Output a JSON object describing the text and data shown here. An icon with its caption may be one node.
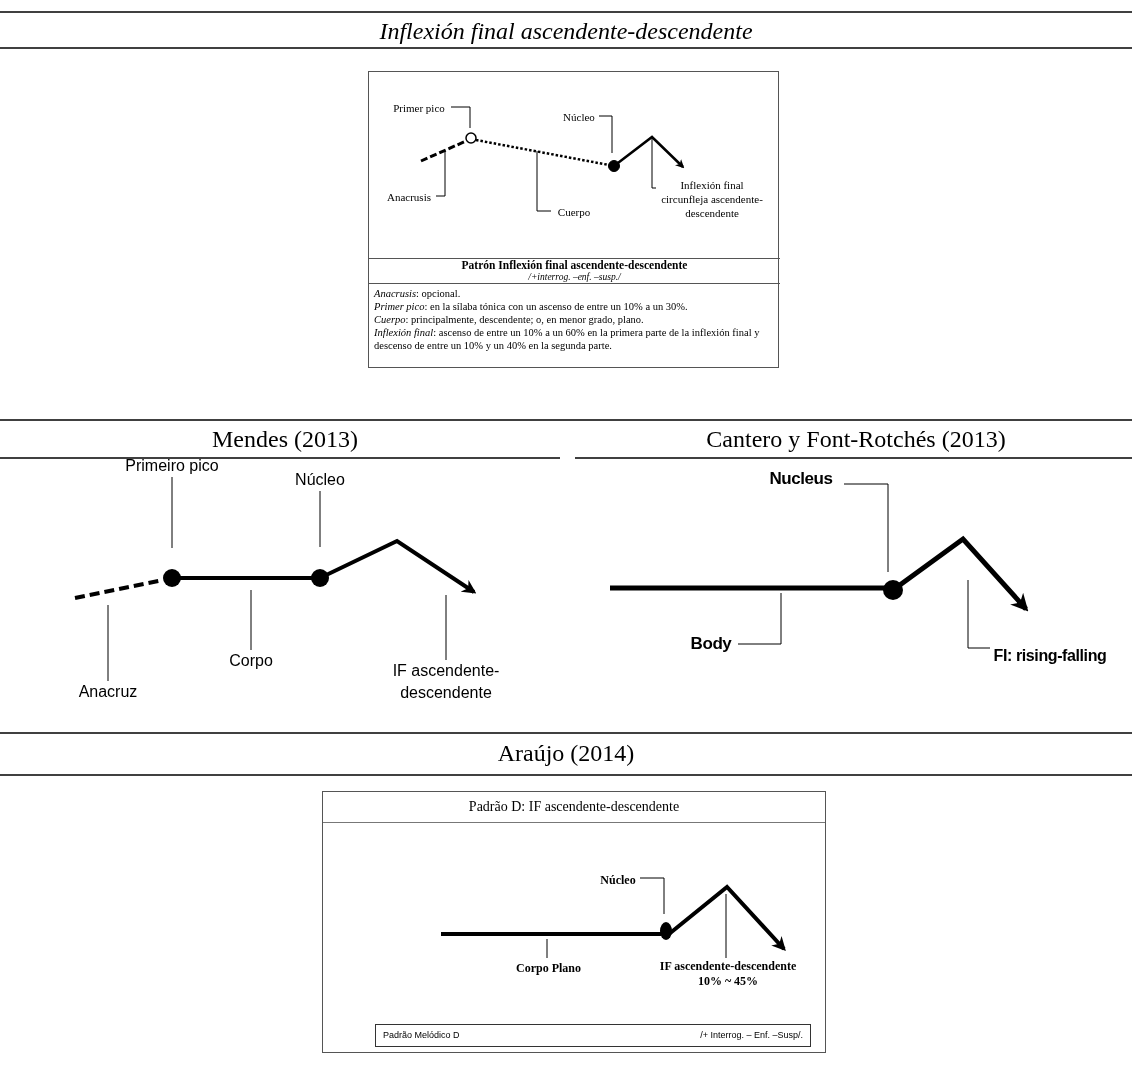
{
  "diagram": {
    "nodes": [
      {
        "text": [],
        "shape": "box"
      },
      {
        "text": [
          "Primer pico"
        ],
        "in": 0
      },
      {
        "text": [
          "Núcleo"
        ],
        "in": 0
      },
      {
        "text": [
          "Anacrusis"
        ],
        "in": 0
      },
      {
        "text": [
          "Cuerpo"
        ],
        "in": 0
      },
      {
        "text": [
          "Inflexión final circunfleja ascendente-descendente"
        ],
        "in": 0
      },
      {
        "text": [
          "Patrón Inflexión final ascendente-descendente",
          "/+interrog. –enf. –susp./"
        ],
        "in": 0
      },
      {
        "text": [
          "*Anacrusis*: opcional.",
          "*Primer pico*: en la sílaba tónica con un ascenso de entre un 10% a un 30%.",
          "*Cuerpo*: principalmente, descendente; o, en menor grado, plano.",
          "*Inflexión final*: ascenso de entre un 10% a un 60% en la primera parte de la inflexión final y descenso de entre un 10% y un 40% en la segunda parte."
        ],
        "in": 0
      },
      {
        "text": [
          "Primeiro pico"
        ]
      },
      {
        "text": [
          "Núcleo"
        ]
      },
      {
        "text": [
          "Anacruz"
        ]
      },
      {
        "text": [
          "Corpo"
        ]
      },
      {
        "text": [
          "IF ascendente- descendente"
        ]
      },
      {
        "text": [
          "Nucleus"
        ]
      },
      {
        "text": [
          "Body"
        ]
      },
      {
        "text": [
          "FI: rising-falling"
        ]
      },
      {
        "text": [
          "Padrão D: IF ascendente-descendente"
        ]
      },
      {
        "text": [
          "Núcleo"
        ],
        "in": 16
      },
      {
        "text": [
          "Corpo Plano"
        ],
        "in": 16
      },
      {
        "text": [
          "IF ascendente-descendente 10% ~ 45%"
        ],
        "in": 16
      },
      {
        "text": [
          "Padrão Melódico D",
          "/+ Interrog. – Enf. –Susp/."
        ],
        "in": 16
      },
      {
        "text": [],
        "shape": "line",
        "in": 0
      },
      {
        "text": [],
        "shape": "line"
      },
      {
        "text": [],
        "shape": "line"
      },
      {
        "text": [],
        "shape": "line",
        "in": 16
      }
    ],
    "edges": [
      {
        "from": 1,
        "to": 21,
        "arrow": "none"
      },
      {
        "from": 2,
        "to": 21,
        "arrow": "none"
      },
      {
        "from": 3,
        "to": 21,
        "arrow": "none"
      },
      {
        "from": 4,
        "to": 21,
        "arrow": "none"
      },
      {
        "from": 5,
        "to": 21,
        "arrow": "none"
      },
      {
        "from": 8,
        "to": 22,
        "arrow": "none"
      },
      {
        "from": 9,
        "to": 22,
        "arrow": "none"
      },
      {
        "from": 10,
        "to": 22,
        "arrow": "none"
      },
      {
        "from": 11,
        "to": 22,
        "arrow": "none"
      },
      {
        "from": 12,
        "to": 22,
        "arrow": "none"
      },
      {
        "from": 13,
        "to": 23,
        "arrow": "none"
      },
      {
        "from": 14,
        "to": 23,
        "arrow": "none"
      },
      {
        "from": 15,
        "to": 23,
        "arrow": "none"
      },
      {
        "from": 17,
        "to": 24,
        "arrow": "none"
      },
      {
        "from": 18,
        "to": 24,
        "arrow": "none"
      },
      {
        "from": 19,
        "to": 24,
        "arrow": "none"
      }
    ],
    "labels": [
      "Inflexión final ascendente-descendente",
      "Mendes (2013)",
      "Cantero y Font-Rotchés (2013)",
      "Araújo (2014)"
    ]
  }
}
